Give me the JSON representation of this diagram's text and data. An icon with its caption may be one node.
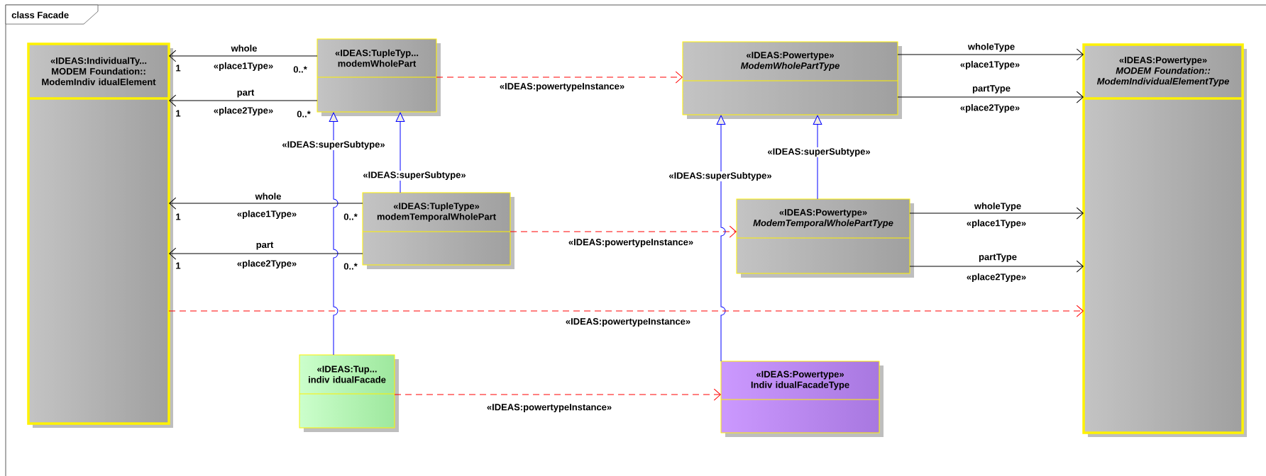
{
  "diagram": {
    "title": "class Facade",
    "nodes": [
      {
        "text": [
          "«IDEAS:IndividualTy...",
          "MODEM Foundation:: ModemIndiv idualElement"
        ]
      },
      {
        "text": [
          "«IDEAS:TupleTyp...",
          "modemWholePart"
        ]
      },
      {
        "text": [
          "«IDEAS:Powertype»",
          "ModemWholePartType"
        ]
      },
      {
        "text": [
          "«IDEAS:Powertype»",
          "MODEM Foundation:: ModemIndividualElementType"
        ]
      },
      {
        "text": [
          "«IDEAS:TupleType»",
          "modemTemporalWholePart"
        ]
      },
      {
        "text": [
          "«IDEAS:Powertype»",
          "ModemTemporalWholePartType"
        ]
      },
      {
        "text": [
          "«IDEAS:Tup...",
          "indiv idualFacade"
        ]
      },
      {
        "text": [
          "«IDEAS:Powertype»",
          "Indiv idualFacadeType"
        ]
      }
    ],
    "edges": [
      {
        "from": 1,
        "to": 0,
        "arrow": "to",
        "label": "whole"
      },
      {
        "from": 1,
        "to": 0,
        "arrow": "to",
        "label": "part"
      },
      {
        "from": 1,
        "to": 2,
        "arrow": "to",
        "label": "«IDEAS:powertypeInstance»",
        "style": "dashed",
        "color": "#ff0000"
      },
      {
        "from": 2,
        "to": 3,
        "arrow": "to",
        "label": "wholeType"
      },
      {
        "from": 2,
        "to": 3,
        "arrow": "to",
        "label": "partType"
      },
      {
        "from": 4,
        "to": 1,
        "arrow": "to",
        "label": "«IDEAS:superSubtype»",
        "color": "#0000ff"
      },
      {
        "from": 6,
        "to": 1,
        "arrow": "to",
        "label": "«IDEAS:superSubtype»",
        "color": "#0000ff"
      },
      {
        "from": 4,
        "to": 0,
        "arrow": "to",
        "label": "whole"
      },
      {
        "from": 4,
        "to": 0,
        "arrow": "to",
        "label": "part"
      },
      {
        "from": 4,
        "to": 5,
        "arrow": "to",
        "label": "«IDEAS:powertypeInstance»",
        "style": "dashed",
        "color": "#ff0000"
      },
      {
        "from": 5,
        "to": 2,
        "arrow": "to",
        "label": "«IDEAS:superSubtype»",
        "color": "#0000ff"
      },
      {
        "from": 7,
        "to": 2,
        "arrow": "to",
        "label": "«IDEAS:superSubtype»",
        "color": "#0000ff"
      },
      {
        "from": 0,
        "to": 3,
        "arrow": "to",
        "label": "«IDEAS:powertypeInstance»",
        "style": "dashed",
        "color": "#ff0000"
      },
      {
        "from": 5,
        "to": 3,
        "arrow": "to",
        "label": "wholeType"
      },
      {
        "from": 5,
        "to": 3,
        "arrow": "to",
        "label": "partType"
      },
      {
        "from": 6,
        "to": 7,
        "arrow": "to",
        "label": "«IDEAS:powertypeInstance»",
        "style": "dashed",
        "color": "#ff0000"
      }
    ],
    "labels": [
      "«place1Type»",
      "1",
      "0..*",
      "«place2Type»",
      "1",
      "0..*",
      "«place1Type»",
      "«place2Type»",
      "«place1Type»",
      "1",
      "0..*",
      "«place2Type»",
      "1",
      "0..*",
      "«place1Type»",
      "«place2Type»"
    ]
  }
}
